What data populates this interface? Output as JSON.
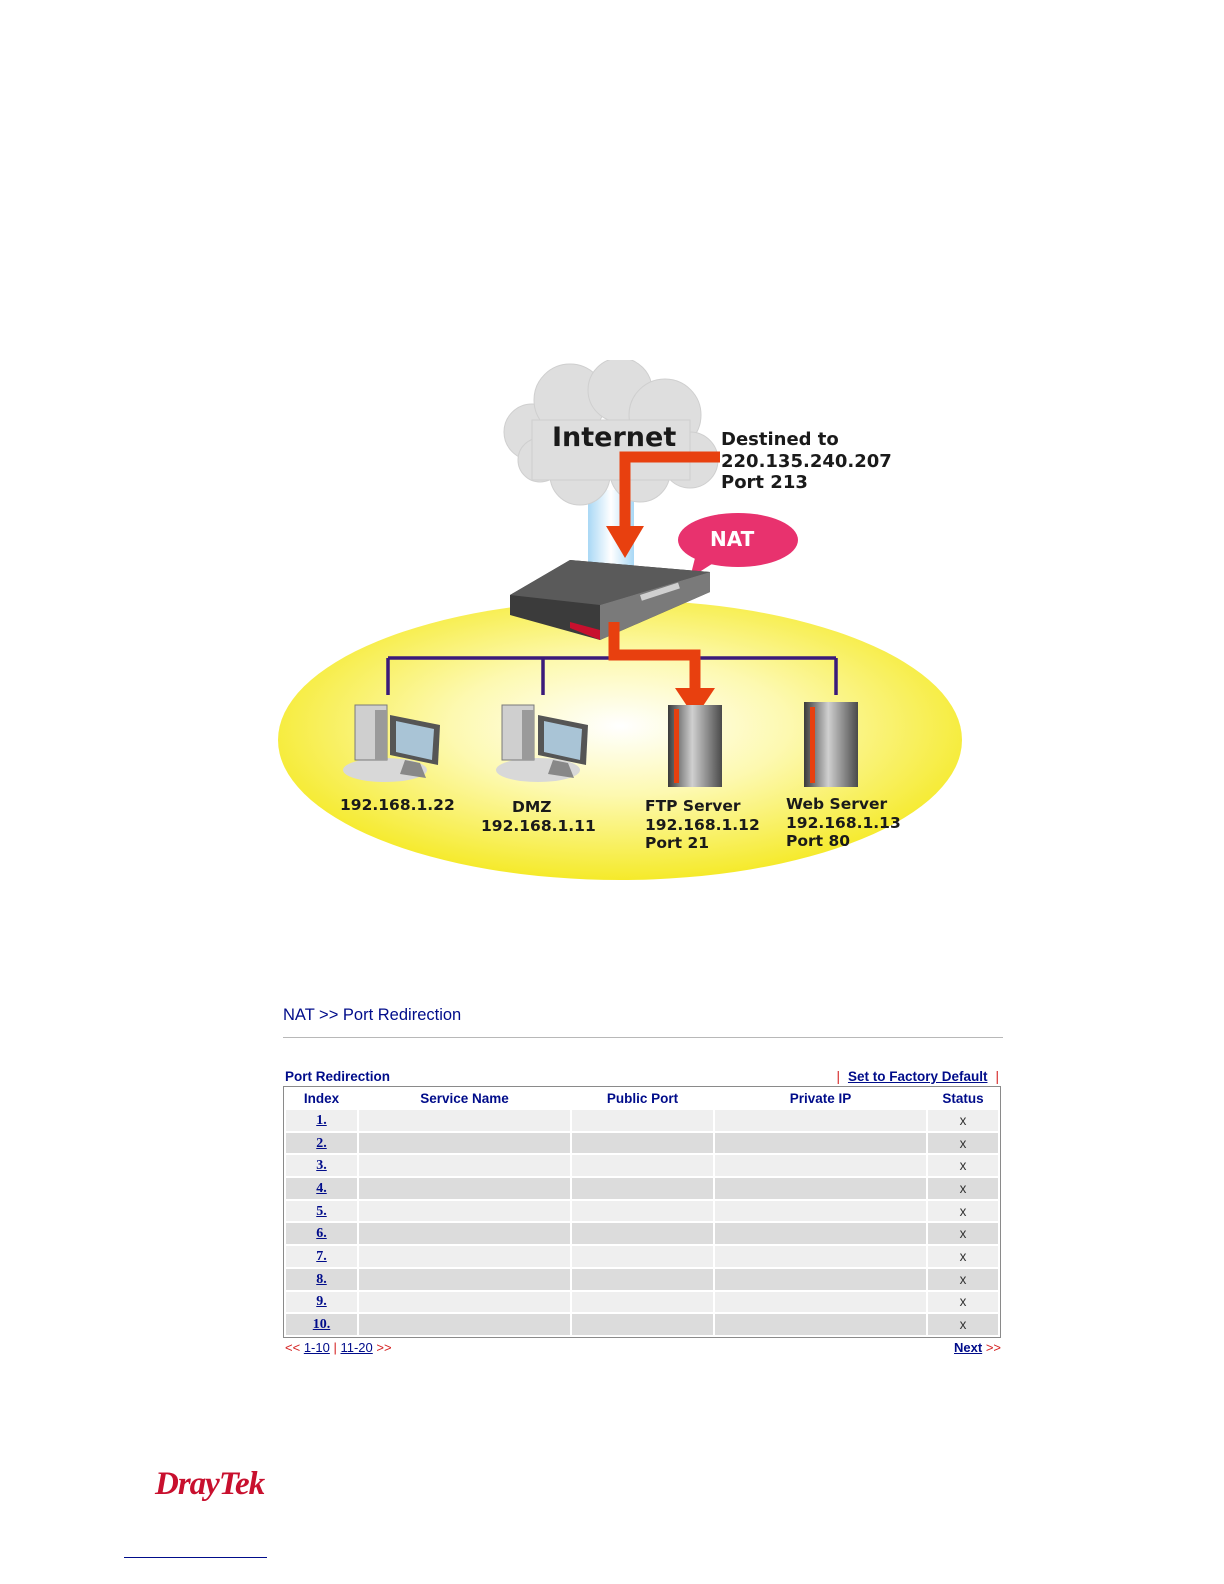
{
  "diagram": {
    "internet_label": "Internet",
    "destination": [
      "Destined to",
      "220.135.240.207",
      "Port 213"
    ],
    "nat_label": "NAT",
    "hosts": [
      {
        "lines": [
          "192.168.1.22"
        ]
      },
      {
        "lines": [
          "DMZ",
          "192.168.1.11"
        ]
      },
      {
        "lines": [
          "FTP Server",
          "192.168.1.12",
          "Port 21"
        ]
      },
      {
        "lines": [
          "Web Server",
          "192.168.1.13",
          "Port 80"
        ]
      }
    ]
  },
  "breadcrumb": "NAT >> Port Redirection",
  "table": {
    "title": "Port Redirection",
    "factory_default": "Set to Factory Default",
    "pipe": "|",
    "columns": [
      "Index",
      "Service Name",
      "Public Port",
      "Private IP",
      "Status"
    ],
    "rows": [
      {
        "index": "1.",
        "service": "",
        "public_port": "",
        "private_ip": "",
        "status": "x"
      },
      {
        "index": "2.",
        "service": "",
        "public_port": "",
        "private_ip": "",
        "status": "x"
      },
      {
        "index": "3.",
        "service": "",
        "public_port": "",
        "private_ip": "",
        "status": "x"
      },
      {
        "index": "4.",
        "service": "",
        "public_port": "",
        "private_ip": "",
        "status": "x"
      },
      {
        "index": "5.",
        "service": "",
        "public_port": "",
        "private_ip": "",
        "status": "x"
      },
      {
        "index": "6.",
        "service": "",
        "public_port": "",
        "private_ip": "",
        "status": "x"
      },
      {
        "index": "7.",
        "service": "",
        "public_port": "",
        "private_ip": "",
        "status": "x"
      },
      {
        "index": "8.",
        "service": "",
        "public_port": "",
        "private_ip": "",
        "status": "x"
      },
      {
        "index": "9.",
        "service": "",
        "public_port": "",
        "private_ip": "",
        "status": "x"
      },
      {
        "index": "10.",
        "service": "",
        "public_port": "",
        "private_ip": "",
        "status": "x"
      }
    ]
  },
  "pager": {
    "prev_arrow": "<<",
    "page1": "1-10",
    "sep": "|",
    "page2": "11-20",
    "next_arrow": ">>",
    "next": "Next"
  },
  "footer": {
    "logo": "DrayTek"
  },
  "colors": {
    "accent": "#000c8a",
    "arrow": "#e8400f",
    "nat_bubble": "#e8326e",
    "lan_oval": "#f9f04a"
  }
}
